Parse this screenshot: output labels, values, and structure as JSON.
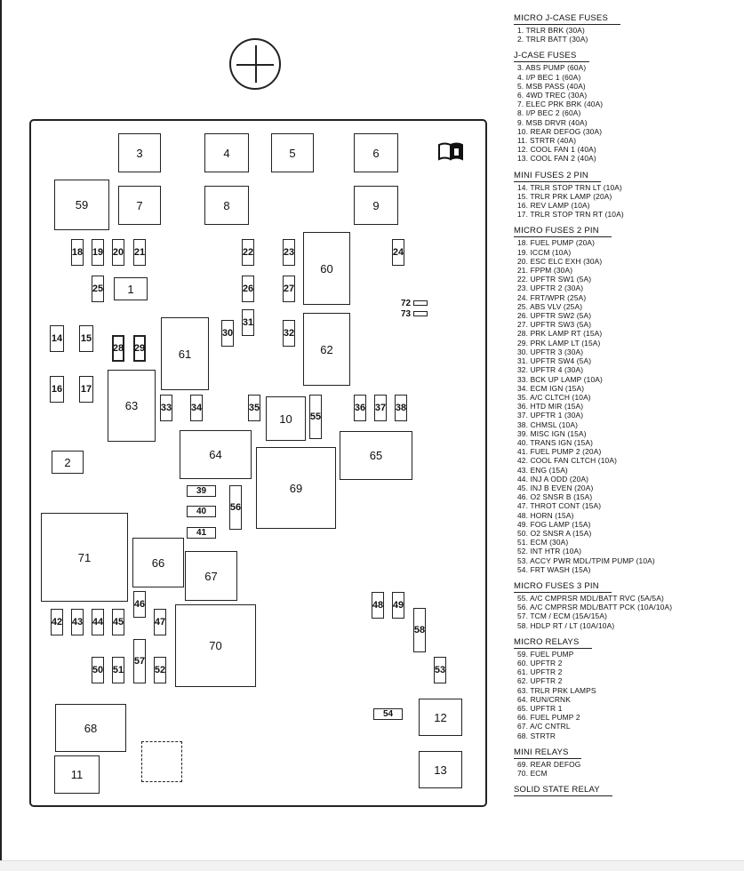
{
  "diagram": {
    "boxes": [
      {
        "id": "3",
        "label": "3"
      },
      {
        "id": "4",
        "label": "4"
      },
      {
        "id": "5",
        "label": "5"
      },
      {
        "id": "6",
        "label": "6"
      },
      {
        "id": "59",
        "label": "59"
      },
      {
        "id": "7",
        "label": "7"
      },
      {
        "id": "8",
        "label": "8"
      },
      {
        "id": "9",
        "label": "9"
      },
      {
        "id": "18",
        "label": "18"
      },
      {
        "id": "19",
        "label": "19"
      },
      {
        "id": "20",
        "label": "20"
      },
      {
        "id": "21",
        "label": "21"
      },
      {
        "id": "22",
        "label": "22"
      },
      {
        "id": "23",
        "label": "23"
      },
      {
        "id": "24",
        "label": "24"
      },
      {
        "id": "60",
        "label": "60"
      },
      {
        "id": "25",
        "label": "25"
      },
      {
        "id": "1",
        "label": "1"
      },
      {
        "id": "26",
        "label": "26"
      },
      {
        "id": "27",
        "label": "27"
      },
      {
        "id": "72",
        "label": "72"
      },
      {
        "id": "73",
        "label": "73"
      },
      {
        "id": "14",
        "label": "14"
      },
      {
        "id": "15",
        "label": "15"
      },
      {
        "id": "28",
        "label": "28"
      },
      {
        "id": "29",
        "label": "29"
      },
      {
        "id": "61",
        "label": "61"
      },
      {
        "id": "30",
        "label": "30"
      },
      {
        "id": "31",
        "label": "31"
      },
      {
        "id": "32",
        "label": "32"
      },
      {
        "id": "62",
        "label": "62"
      },
      {
        "id": "16",
        "label": "16"
      },
      {
        "id": "17",
        "label": "17"
      },
      {
        "id": "63",
        "label": "63"
      },
      {
        "id": "33",
        "label": "33"
      },
      {
        "id": "34",
        "label": "34"
      },
      {
        "id": "35",
        "label": "35"
      },
      {
        "id": "10",
        "label": "10"
      },
      {
        "id": "55",
        "label": "55"
      },
      {
        "id": "36",
        "label": "36"
      },
      {
        "id": "37",
        "label": "37"
      },
      {
        "id": "38",
        "label": "38"
      },
      {
        "id": "2",
        "label": "2"
      },
      {
        "id": "64",
        "label": "64"
      },
      {
        "id": "65",
        "label": "65"
      },
      {
        "id": "69",
        "label": "69"
      },
      {
        "id": "39",
        "label": "39"
      },
      {
        "id": "40",
        "label": "40"
      },
      {
        "id": "41",
        "label": "41"
      },
      {
        "id": "56",
        "label": "56"
      },
      {
        "id": "71",
        "label": "71"
      },
      {
        "id": "66",
        "label": "66"
      },
      {
        "id": "67",
        "label": "67"
      },
      {
        "id": "46",
        "label": "46"
      },
      {
        "id": "48",
        "label": "48"
      },
      {
        "id": "49",
        "label": "49"
      },
      {
        "id": "42",
        "label": "42"
      },
      {
        "id": "43",
        "label": "43"
      },
      {
        "id": "44",
        "label": "44"
      },
      {
        "id": "45",
        "label": "45"
      },
      {
        "id": "47",
        "label": "47"
      },
      {
        "id": "70",
        "label": "70"
      },
      {
        "id": "58",
        "label": "58"
      },
      {
        "id": "57",
        "label": "57"
      },
      {
        "id": "50",
        "label": "50"
      },
      {
        "id": "51",
        "label": "51"
      },
      {
        "id": "52",
        "label": "52"
      },
      {
        "id": "53",
        "label": "53"
      },
      {
        "id": "54",
        "label": "54"
      },
      {
        "id": "12",
        "label": "12"
      },
      {
        "id": "68",
        "label": "68"
      },
      {
        "id": "11",
        "label": "11"
      },
      {
        "id": "13",
        "label": "13"
      }
    ]
  },
  "legend": [
    {
      "title": "MICRO J-CASE FUSES",
      "items": [
        "1.  TRLR BRK    (30A)",
        "2.  TRLR BATT   (30A)"
      ]
    },
    {
      "title": "J-CASE FUSES",
      "items": [
        "3.  ABS PUMP   (60A)",
        "4.  I/P BEC 1     (60A)",
        "5.  MSB PASS    (40A)",
        "6.  4WD TREC   (30A)",
        "7.  ELEC PRK BRK   (40A)",
        "8.  I/P BEC 2       (60A)",
        "9.  MSB DRVR   (40A)",
        "10. REAR DEFOG  (30A)",
        "11. STRTR  (40A)",
        "12. COOL FAN 1  (40A)",
        "13. COOL FAN 2  (40A)"
      ]
    },
    {
      "title": "MINI FUSES 2 PIN",
      "items": [
        "14. TRLR STOP TRN LT  (10A)",
        "15. TRLR PRK LAMP  (20A)",
        "16. REV LAMP  (10A)",
        "17. TRLR STOP TRN RT  (10A)"
      ]
    },
    {
      "title": "MICRO FUSES 2 PIN",
      "items": [
        "18. FUEL PUMP  (20A)",
        "19. ICCM  (10A)",
        "20. ESC ELC EXH   (30A)",
        "21. FPPM   (30A)",
        "22. UPFTR SW1  (5A)",
        "23. UPFTR 2  (30A)",
        "24. FRT/WPR   (25A)",
        "25. ABS VLV   (25A)",
        "26. UPFTR SW2  (5A)",
        "27. UPFTR SW3  (5A)",
        "28. PRK LAMP RT  (15A)",
        "29. PRK LAMP LT  (15A)",
        "30. UPFTR 3  (30A)",
        "31. UPFTR SW4  (5A)",
        "32. UPFTR 4  (30A)",
        "33. BCK UP LAMP  (10A)",
        "34. ECM IGN  (15A)",
        "35. A/C CLTCH  (10A)",
        "36. HTD MIR  (15A)",
        "37. UPFTR 1  (30A)",
        "38. CHMSL  (10A)",
        "39. MISC IGN  (15A)",
        "40. TRANS IGN  (15A)",
        "41. FUEL PUMP 2  (20A)",
        "42. COOL FAN CLTCH  (10A)",
        "43. ENG  (15A)",
        "44. INJ A ODD  (20A)",
        "45. INJ B EVEN  (20A)",
        "46. O2 SNSR B  (15A)",
        "47. THROT CONT  (15A)",
        "48. HORN  (15A)",
        "49. FOG LAMP  (15A)",
        "50. O2 SNSR A  (15A)",
        "51. ECM  (30A)",
        "52. INT HTR  (10A)",
        "53. ACCY PWR MDL/TPIM PUMP  (10A)",
        "54. FRT WASH  (15A)"
      ]
    },
    {
      "title": "MICRO FUSES 3 PIN",
      "items": [
        "55. A/C CMPRSR MDL/BATT RVC  (5A/5A)",
        "56. A/C CMPRSR MDL/BATT PCK  (10A/10A)",
        "57. TCM / ECM  (15A/15A)",
        "58. HDLP RT / LT  (10A/10A)"
      ]
    },
    {
      "title": "MICRO RELAYS",
      "items": [
        "59. FUEL PUMP",
        "60. UPFTR 2",
        "61. UPFTR 2",
        "62. UPFTR 2",
        "63. TRLR PRK LAMPS",
        "64. RUN/CRNK",
        "65. UPFTR 1",
        "66. FUEL PUMP 2",
        "67. A/C CNTRL",
        "68. STRTR"
      ]
    },
    {
      "title": "MINI RELAYS",
      "items": [
        "69. REAR DEFOG",
        "70. ECM"
      ]
    },
    {
      "title": "SOLID STATE RELAY",
      "items": []
    }
  ]
}
